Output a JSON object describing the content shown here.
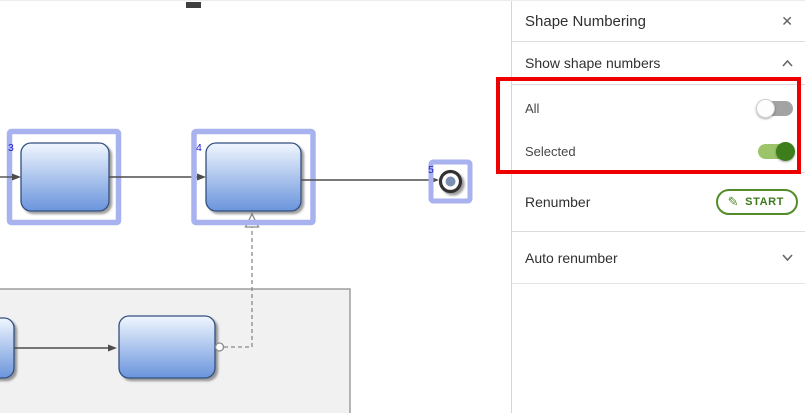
{
  "panel": {
    "title": "Shape Numbering",
    "close_icon": "✕",
    "show_section": {
      "label": "Show shape numbers"
    },
    "toggle_all": {
      "label": "All",
      "state": "off"
    },
    "toggle_selected": {
      "label": "Selected",
      "state": "on"
    },
    "renumber": {
      "label": "Renumber",
      "start_button": "START",
      "pencil_icon": "✎"
    },
    "auto_renumber": {
      "label": "Auto renumber"
    }
  },
  "canvas": {
    "numbers": {
      "shape3": "3",
      "shape4": "4",
      "shape5": "5"
    }
  },
  "colors": {
    "annotation_red": "#ee0000",
    "selection_highlight": "#a8b2ee",
    "shape_gradient_top": "#f0f6fe",
    "shape_gradient_bottom": "#6a94dc",
    "shape_border": "#30507f",
    "toggle_on_track": "#9cc468",
    "toggle_on_knob": "#3e7d1c",
    "toggle_off_track": "#a3a3a3",
    "start_button_green": "#538c28",
    "shape_number_blue": "#1b1bd0"
  }
}
